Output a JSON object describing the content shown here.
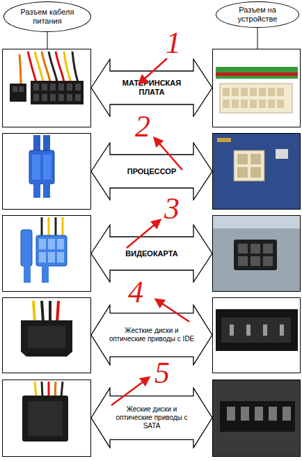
{
  "diagram": {
    "nodes": [
      {
        "text": [
          "Разъем кабеля питания"
        ]
      },
      {
        "text": [
          "Разъем на устройстве"
        ]
      },
      {
        "text": [
          "МАТЕРИНСКАЯ ПЛАТА"
        ]
      },
      {
        "text": [
          "ПРОЦЕССОР"
        ]
      },
      {
        "text": [
          "ВИДЕОКАРТА"
        ]
      },
      {
        "text": [
          "Жесткие диски и оптические приводы с IDE"
        ]
      },
      {
        "text": [
          "Жеские диски и оптические приводы с SATA"
        ]
      }
    ],
    "labels": [
      "1",
      "2",
      "3",
      "4",
      "5"
    ]
  }
}
